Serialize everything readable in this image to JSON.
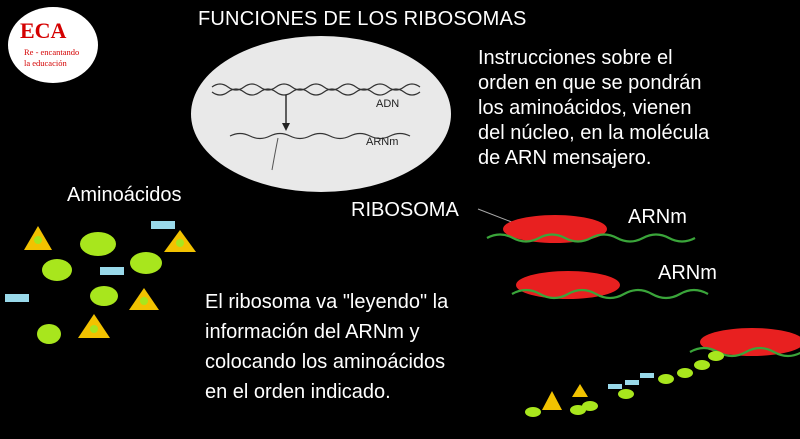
{
  "title": "FUNCIONES DE LOS RIBOSOMAS",
  "instructions": [
    "Instrucciones sobre el",
    "orden en que se pondrán",
    "los aminoácidos, vienen",
    "del núcleo, en la molécula",
    "de ARN mensajero."
  ],
  "amino_label": "Aminoácidos",
  "ribosoma_label": "RIBOSOMA",
  "arnm_label_1": "ARNm",
  "arnm_label_2": "ARNm",
  "reading_text": [
    "El ribosoma va \"leyendo\" la",
    "información del ARNm y",
    "colocando los aminoácidos",
    "en el orden indicado."
  ],
  "nucleus": {
    "dna_label": "ADN",
    "arnm_label": "ARNm"
  },
  "logo": {
    "big": "ECA",
    "line1": "Re - encantando",
    "line2": "la educación"
  },
  "colors": {
    "background": "#000000",
    "text": "#ffffff",
    "ribosome": "#e82020",
    "mrna": "#3aa53a",
    "amino_green": "#a8e61d",
    "amino_blue": "#99d9ea",
    "amino_triangle": "#f2c200",
    "logo_red": "#d40000"
  }
}
